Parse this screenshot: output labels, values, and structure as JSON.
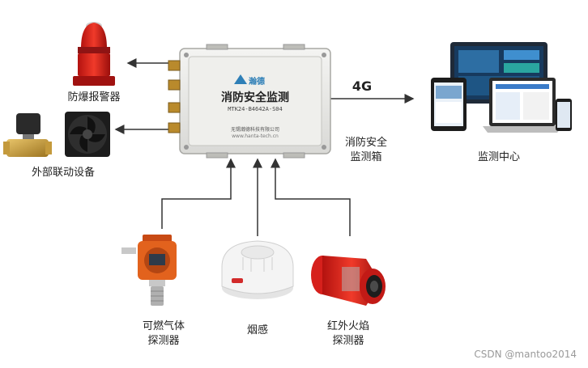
{
  "box": {
    "brand": "瀚德",
    "title": "消防安全监测",
    "model": "MTK24-B4642A-S04",
    "company": "无锡瀚德科技有限公司",
    "website": "www.hanta-tech.cn",
    "caption_line1": "消防安全",
    "caption_line2": "监测箱"
  },
  "link_label": "4G",
  "outputs": {
    "alarm": "防爆报警器",
    "external": "外部联动设备"
  },
  "center": {
    "label": "监测中心"
  },
  "sensors": {
    "gas_line1": "可燃气体",
    "gas_line2": "探测器",
    "smoke": "烟感",
    "ir_line1": "红外火焰",
    "ir_line2": "探测器"
  },
  "watermark": "CSDN @mantoo2014"
}
